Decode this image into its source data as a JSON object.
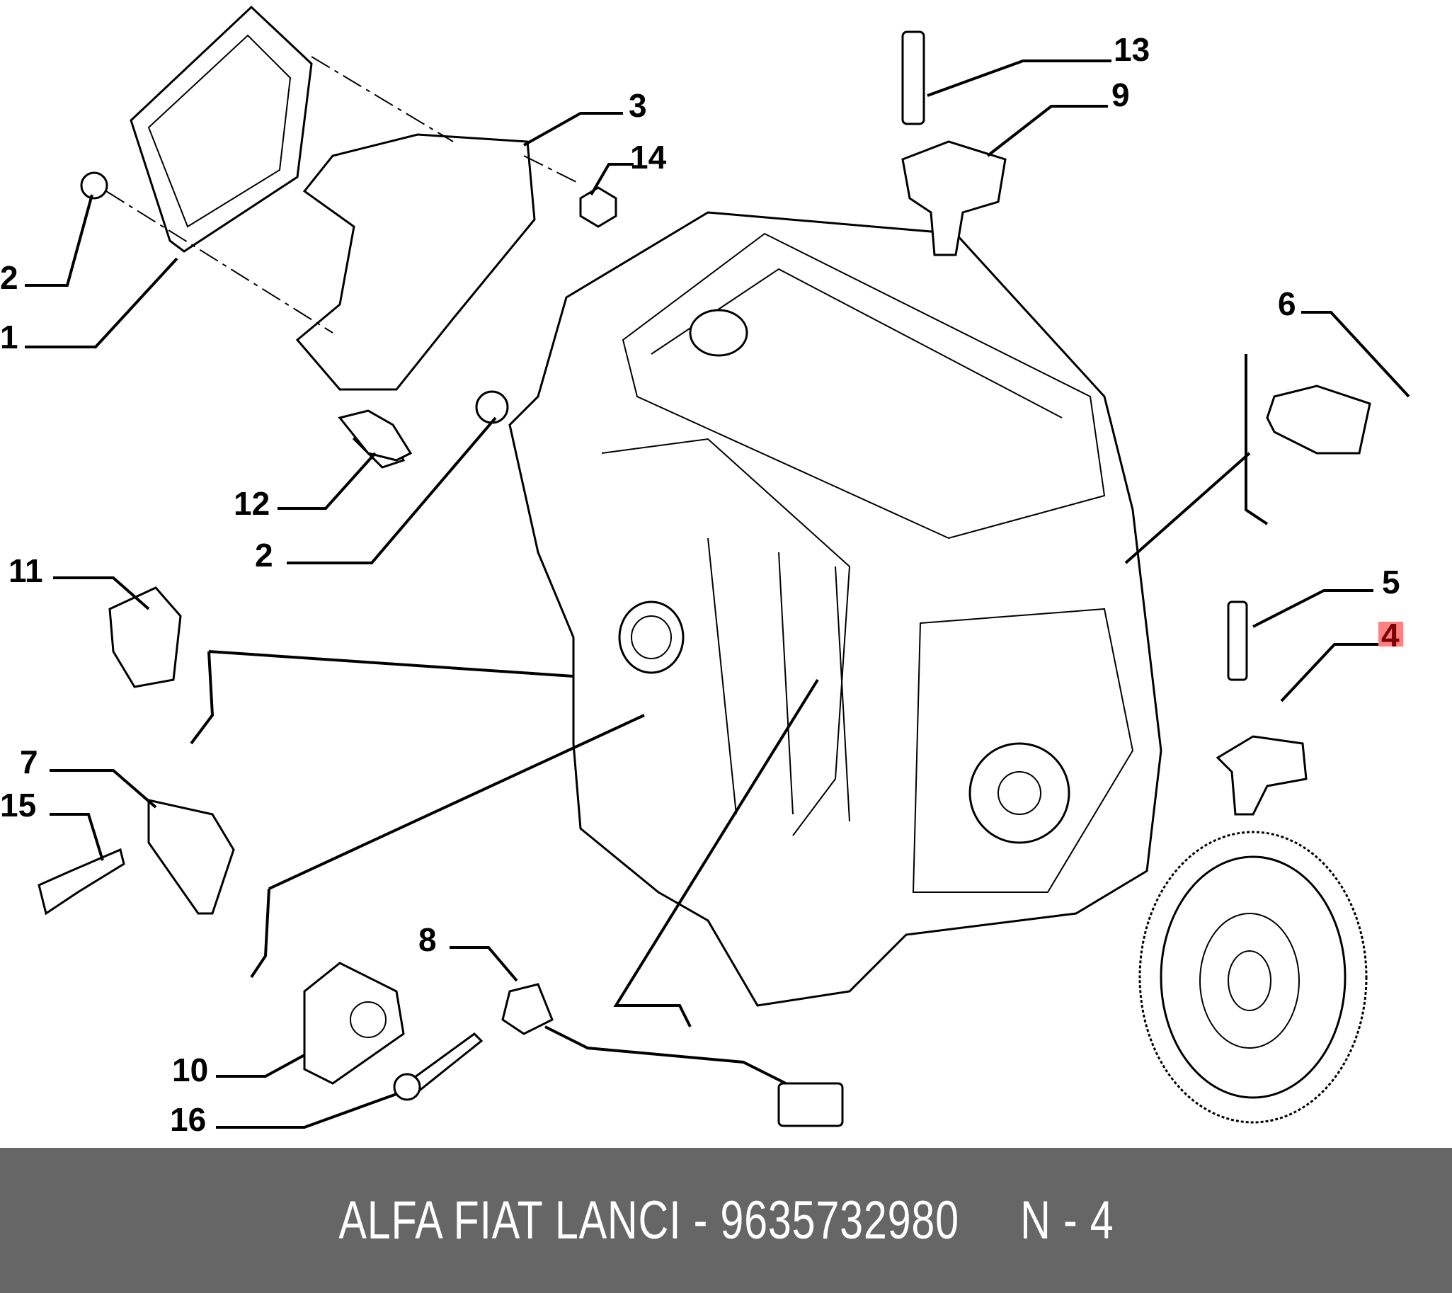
{
  "diagram": {
    "callouts": [
      "13",
      "9",
      "3",
      "14",
      "2",
      "1",
      "6",
      "12",
      "2",
      "11",
      "5",
      "4",
      "7",
      "15",
      "8",
      "10",
      "16"
    ],
    "highlighted_callout": "4",
    "highlight_color": "#ff8080",
    "highlight_text_color": "#7a0000"
  },
  "footer": {
    "text": "ALFA FIAT LANCI - 9635732980     N - 4",
    "background": "#666666"
  }
}
